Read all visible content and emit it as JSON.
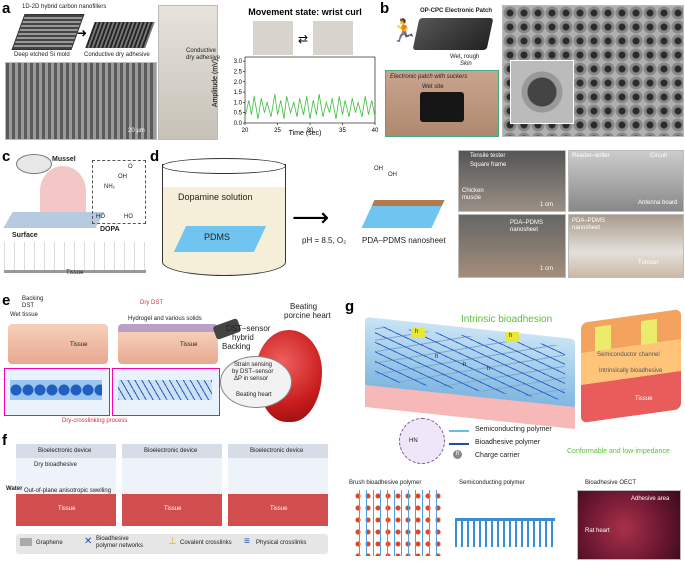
{
  "panels": {
    "a": {
      "label": "a",
      "caption_nano": "1D-2D hybrid carbon nanofillers",
      "caption_mold": "Deep etched Si mold",
      "caption_adhesive": "Conductive dry adhesive",
      "caption_scale": "20 µm",
      "caption_device1": "Conductive",
      "caption_device2": "dry adhesive",
      "chart_data": {
        "type": "line",
        "title": "Movement state: wrist curl",
        "xlabel": "Time (sec)",
        "ylabel": "Amplitude (mV)",
        "xlim": [
          20,
          40
        ],
        "ylim": [
          0,
          3.2
        ],
        "xticks": [
          20,
          25,
          30,
          35,
          40
        ],
        "yticks": [
          0,
          0.5,
          1.0,
          1.5,
          2.0,
          2.5,
          3.0
        ],
        "grid": false,
        "series": [
          {
            "color": "#3dbd3d",
            "x": [
              20,
              20.6,
              21,
              21.4,
              22,
              22.5,
              23,
              23.4,
              24,
              24.6,
              25,
              25.5,
              26,
              26.4,
              27,
              27.5,
              28,
              28.4,
              29,
              29.5,
              30,
              30.5,
              31,
              31.4,
              32,
              32.5,
              33,
              33.4,
              34,
              34.5,
              35,
              35.4,
              36,
              36.5,
              37,
              37.4,
              38,
              38.5,
              39,
              39.5,
              40
            ],
            "y": [
              0.3,
              1.1,
              0.4,
              1.3,
              0.2,
              1.2,
              0.5,
              1.0,
              0.3,
              1.4,
              0.4,
              1.1,
              0.2,
              1.3,
              0.5,
              1.0,
              0.3,
              1.2,
              0.4,
              1.3,
              0.2,
              1.1,
              0.4,
              1.4,
              0.3,
              1.0,
              0.5,
              1.2,
              0.2,
              1.3,
              0.4,
              1.1,
              0.3,
              1.2,
              0.5,
              1.0,
              0.3,
              1.3,
              0.4,
              1.1,
              0.3
            ]
          }
        ]
      }
    },
    "b": {
      "label": "b",
      "caption_patch": "OP-CPC Electronic Patch",
      "caption_skin1": "Wet, rough",
      "caption_skin2": "Skin",
      "caption_suckers": "Electronic patch with suckers",
      "caption_wet": "Wet site"
    },
    "c": {
      "label": "c",
      "caption_mussel": "Mussel",
      "caption_surface": "Surface",
      "caption_dopa": "DOPA",
      "chem_oh": "OH",
      "chem_nh2": "NH₂",
      "chem_o": "O",
      "chem_ho1": "HO",
      "chem_ho2": "HO",
      "caption_tissue": "Tissue"
    },
    "d": {
      "label": "d",
      "caption_solution": "Dopamine solution",
      "caption_pdms": "PDMS",
      "caption_ph": "pH = 8.5, O₂",
      "caption_nanosheet": "PDA–PDMS nanosheet",
      "chem_oh1": "OH",
      "chem_oh2": "OH",
      "caption_tensile": "Tensile tester",
      "caption_frame": "Square frame",
      "caption_chicken1": "Chicken",
      "caption_chicken2": "muscle",
      "caption_reader": "Reader–writer",
      "caption_circuit": "Circuit",
      "caption_antenna": "Antenna board",
      "caption_nano2a": "PDA–PDMS",
      "caption_nano2b": "nanosheet",
      "caption_nano3a": "PDA–PDMS",
      "caption_nano3b": "nanosheet",
      "caption_tumour": "Tumour",
      "caption_scale1": "1 cm",
      "caption_scale2": "1 cm"
    },
    "e": {
      "label": "e",
      "caption_backing_top": "Backing",
      "caption_dst_top": "DST",
      "caption_wet_tissue": "Wet tissue",
      "caption_dry_dst": "Dry DST",
      "caption_hydrogel": "Hydrogel and various solids",
      "caption_tissue1": "Tissue",
      "caption_tissue2": "Tissue",
      "caption_dry_crosslink": "Dry-crosslinking process",
      "caption_beating_porcine1": "Beating",
      "caption_beating_porcine2": "porcine heart",
      "caption_backing": "Backing",
      "caption_hybrid1": "DST–sensor",
      "caption_hybrid2": "hybrid",
      "caption_strain1": "Strain sensing",
      "caption_strain2": "by DST–sensor",
      "caption_strain3": "ΔP in sensor",
      "caption_beating_heart": "Beating heart"
    },
    "f": {
      "label": "f",
      "caption_device1": "Bioelectronic device",
      "caption_device2": "Bioelectronic device",
      "caption_device3": "Bioelectronic device",
      "caption_dry_bio": "Dry bioadhesive",
      "caption_water": "Water",
      "caption_swelling": "Out-of-plane anisotropic swelling",
      "caption_tissue1": "Tissue",
      "caption_tissue2": "Tissue",
      "caption_tissue3": "Tissue",
      "legend_graphene": "Graphene",
      "legend_networks1": "Bioadhesive",
      "legend_networks2": "polymer networks",
      "legend_covalent": "Covalent crosslinks",
      "legend_physical": "Physical crosslinks"
    },
    "g": {
      "label": "g",
      "title": "Intrinsic bioadhesion",
      "caption_channel": "Semiconductor channel",
      "caption_intrinsic": "Intrinsically bioadhesive",
      "caption_tissue": "Tissue",
      "legend_semi": "Semiconducting polymer",
      "legend_bio": "Bioadhesive polymer",
      "legend_charge": "Charge carrier",
      "legend_charge_symbol": "h",
      "hole_h1": "h",
      "hole_h2": "h",
      "hole_h3": "h",
      "hole_h4": "h",
      "hole_h5": "h",
      "chem_hn": "HN",
      "caption_conformable": "Conformable and low-impedance",
      "caption_brush": "Brush bioadhesive polymer",
      "caption_semi": "Semiconducting polymer",
      "caption_oect": "Bioadhesive OECT",
      "caption_adhesive_area": "Adhesive area",
      "caption_rat": "Rat heart"
    }
  }
}
